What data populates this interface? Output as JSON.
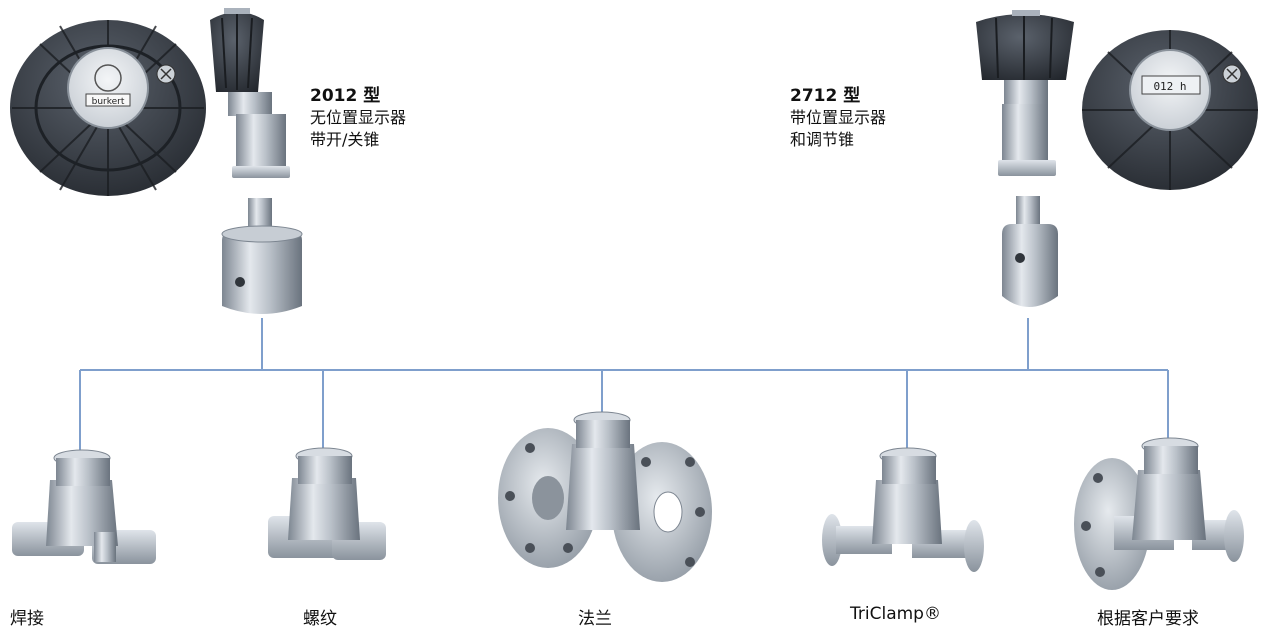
{
  "colors": {
    "connector": "#7f9fcc",
    "metal_light": "#dde2e8",
    "metal_mid": "#aab2bc",
    "metal_dark": "#6f7883",
    "cap": "#3a4049",
    "cap_dark": "#22262c",
    "text": "#111111"
  },
  "actuator_left": {
    "title": "2012 型",
    "lines": [
      "无位置显示器",
      "带开/关锥"
    ],
    "cap_logo_text": "burkert",
    "icons": [
      "hand-knob-icon",
      "cone-icon"
    ]
  },
  "actuator_right": {
    "title": "2712 型",
    "lines": [
      "带位置显示器",
      "和调节锥"
    ],
    "cap_display_text": "012 h",
    "icons": [
      "hand-knob-icon",
      "control-cone-icon"
    ]
  },
  "valve_bodies": [
    {
      "label": "焊接",
      "icon": "weld-end-body-icon"
    },
    {
      "label": "螺纹",
      "icon": "threaded-body-icon"
    },
    {
      "label": "法兰",
      "icon": "flanged-body-icon"
    },
    {
      "label": "TriClamp®",
      "icon": "triclamp-body-icon"
    },
    {
      "label": "根据客户要求",
      "icon": "custom-body-icon"
    }
  ]
}
